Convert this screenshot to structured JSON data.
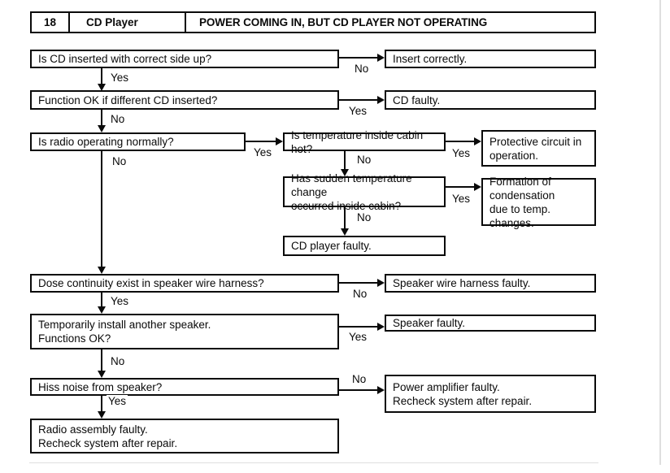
{
  "header": {
    "number": "18",
    "component": "CD Player",
    "title": "POWER COMING IN, BUT CD PLAYER NOT OPERATING"
  },
  "nodes": {
    "q_cd_side": "Is CD inserted with correct side up?",
    "r_insert_correctly": "Insert correctly.",
    "q_different_cd": "Function OK if different CD inserted?",
    "r_cd_faulty": "CD faulty.",
    "q_radio_normal": "Is radio operating normally?",
    "q_cabin_hot": "Is temperature inside cabin hot?",
    "r_protective_circuit": "Protective circuit in\noperation.",
    "q_sudden_temp": "Has sudden temperature change\noccurred inside cabin?",
    "r_condensation": "Formation of\ncondensation\ndue to temp. changes.",
    "r_cd_player_faulty": "CD player faulty.",
    "q_continuity": "Dose continuity exist in speaker wire harness?",
    "r_harness_faulty": "Speaker wire harness faulty.",
    "q_install_speaker": "Temporarily install another speaker.\nFunctions OK?",
    "r_speaker_faulty": "Speaker faulty.",
    "q_hiss_noise": "Hiss noise from speaker?",
    "r_power_amp": "Power amplifier faulty.\nRecheck system after repair.",
    "r_radio_assembly": "Radio assembly faulty.\nRecheck system after repair."
  },
  "labels": {
    "yes": "Yes",
    "no": "No"
  },
  "colors": {
    "line": "#0a0a0a",
    "background": "#ffffff",
    "text": "#0a0a0a"
  }
}
